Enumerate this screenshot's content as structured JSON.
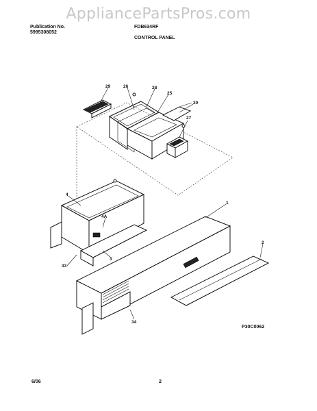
{
  "watermark": "AppliancePartsPros.com",
  "header": {
    "publication_label": "Publication No.",
    "publication_number": "5995308052",
    "model": "FDB634RF",
    "section_title": "CONTROL PANEL"
  },
  "diagram": {
    "code": "P30C0062",
    "callouts": [
      "29",
      "26",
      "28",
      "25",
      "20",
      "27",
      "4",
      "4A",
      "1",
      "3",
      "33",
      "2",
      "34"
    ]
  },
  "footer": {
    "date": "6/06",
    "page": "2"
  }
}
